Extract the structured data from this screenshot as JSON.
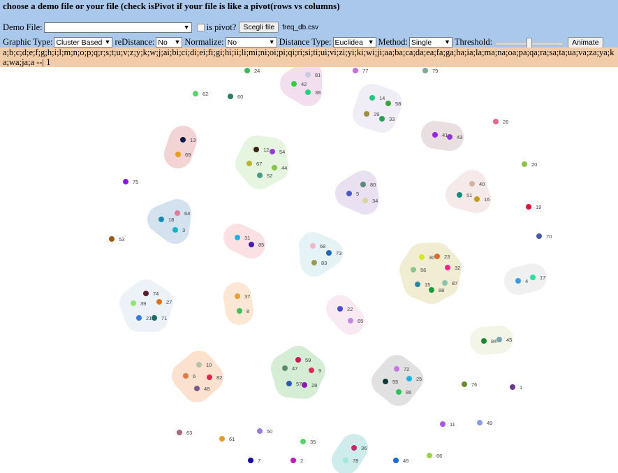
{
  "header": {
    "title": "choose a demo file or your file (check isPivot if your file is like a pivot(rows vs columns)",
    "demo_file_label": "Demo File:",
    "demo_file_value": "",
    "is_pivot_label": "is pivot?",
    "choose_file_button": "Scegli file",
    "file_name": "freq_db.csv"
  },
  "controls": {
    "graphic_type_label": "Graphic Type:",
    "graphic_type_value": "Cluster Based",
    "redistance_label": "reDistance:",
    "redistance_value": "No",
    "normalize_label": "Normalize:",
    "normalize_value": "No",
    "distance_type_label": "Distance Type:",
    "distance_type_value": "Euclidea",
    "method_label": "Method:",
    "method_value": "Single",
    "threshold_label": "Threshold:",
    "threshold_level": 0.5,
    "animate_button": "Animate"
  },
  "strip_text": "a;b;c;d;e;f;g;h;i;l;m;n;o;p;q;r;s;t;u;v;z;y;k;w;j;ai;bi;ci;di;ei;fi;gi;hi;ii;li;mi;ni;oi;pi;qi;ri;si;ti;ui;vi;zi;yi;ki;wi;ji;aa;ba;ca;da;ea;fa;ga;ha;ia;la;ma;na;oa;pa;qa;ra;sa;ta;ua;va;za;ya;ka;wa;ja;a --| 1",
  "visualization": {
    "clusters": [
      {
        "color": "#f0d4ea",
        "members": [
          "81",
          "42",
          "38"
        ]
      },
      {
        "color": "#ebe8f4",
        "members": [
          "14",
          "58",
          "29",
          "33"
        ]
      },
      {
        "color": "#e2d4d6",
        "members": [
          "41",
          "43"
        ]
      },
      {
        "color": "#f0c6c6",
        "members": [
          "13",
          "69"
        ]
      },
      {
        "color": "#def2d6",
        "members": [
          "12",
          "54",
          "67",
          "44",
          "52"
        ]
      },
      {
        "color": "#e2d8ee",
        "members": [
          "80",
          "5",
          "34"
        ]
      },
      {
        "color": "#f2e2e4",
        "members": [
          "40",
          "51",
          "16"
        ]
      },
      {
        "color": "#c6d8ea",
        "members": [
          "64",
          "18",
          "3"
        ]
      },
      {
        "color": "#fad8da",
        "members": [
          "31",
          "85"
        ]
      },
      {
        "color": "#ddf0f4",
        "members": [
          "68",
          "73",
          "83"
        ]
      },
      {
        "color": "#ece8c4",
        "members": [
          "30",
          "23",
          "56",
          "32",
          "15",
          "87",
          "88"
        ]
      },
      {
        "color": "#ececec",
        "members": [
          "4",
          "17"
        ]
      },
      {
        "color": "#e6eef6",
        "members": [
          "74",
          "39",
          "27",
          "21",
          "71"
        ]
      },
      {
        "color": "#fce0c6",
        "members": [
          "37",
          "8"
        ]
      },
      {
        "color": "#f8e2f0",
        "members": [
          "22",
          "65"
        ]
      },
      {
        "color": "#f0f2e0",
        "members": [
          "84",
          "45"
        ]
      },
      {
        "color": "#fcd8c0",
        "members": [
          "10",
          "6",
          "82",
          "48"
        ]
      },
      {
        "color": "#c8e6c8",
        "members": [
          "59",
          "47",
          "9",
          "57",
          "28"
        ]
      },
      {
        "color": "#d8d8d8",
        "members": [
          "72",
          "55",
          "25",
          "86"
        ]
      },
      {
        "color": "#bfe6e6",
        "members": [
          "36",
          "78"
        ]
      }
    ],
    "nodes": [
      {
        "id": "24",
        "color": "#3cb85e"
      },
      {
        "id": "81",
        "color": "#c9c9e4"
      },
      {
        "id": "77",
        "color": "#c46ee0"
      },
      {
        "id": "79",
        "color": "#7fa698"
      },
      {
        "id": "42",
        "color": "#2ad43c"
      },
      {
        "id": "38",
        "color": "#22d47a"
      },
      {
        "id": "62",
        "color": "#5ad46c"
      },
      {
        "id": "60",
        "color": "#2e7a6c"
      },
      {
        "id": "14",
        "color": "#22c47e"
      },
      {
        "id": "58",
        "color": "#3aa63a"
      },
      {
        "id": "29",
        "color": "#a08c3c"
      },
      {
        "id": "33",
        "color": "#22a24e"
      },
      {
        "id": "26",
        "color": "#e06a8e"
      },
      {
        "id": "41",
        "color": "#a020e8"
      },
      {
        "id": "43",
        "color": "#8a3ad6"
      },
      {
        "id": "13",
        "color": "#0a1a4e"
      },
      {
        "id": "69",
        "color": "#e89e1a"
      },
      {
        "id": "12",
        "color": "#3a2410"
      },
      {
        "id": "54",
        "color": "#9a3ad4"
      },
      {
        "id": "67",
        "color": "#bcb23a"
      },
      {
        "id": "44",
        "color": "#8ac44a"
      },
      {
        "id": "52",
        "color": "#4a9a8a"
      },
      {
        "id": "20",
        "color": "#8cc44a"
      },
      {
        "id": "75",
        "color": "#8a1ae0"
      },
      {
        "id": "80",
        "color": "#5a8a7a"
      },
      {
        "id": "5",
        "color": "#4a5ac4"
      },
      {
        "id": "34",
        "color": "#d6d4a0"
      },
      {
        "id": "40",
        "color": "#d4b0a0"
      },
      {
        "id": "51",
        "color": "#1a8a7a"
      },
      {
        "id": "16",
        "color": "#c49a1a"
      },
      {
        "id": "19",
        "color": "#e0143c"
      },
      {
        "id": "64",
        "color": "#e07aa0"
      },
      {
        "id": "18",
        "color": "#1a8ab4"
      },
      {
        "id": "3",
        "color": "#14b4c4"
      },
      {
        "id": "53",
        "color": "#9a5a14"
      },
      {
        "id": "31",
        "color": "#22b4e4"
      },
      {
        "id": "85",
        "color": "#4a1ab4"
      },
      {
        "id": "68",
        "color": "#f0b8c8"
      },
      {
        "id": "73",
        "color": "#1a6ab4"
      },
      {
        "id": "83",
        "color": "#9a9a5a"
      },
      {
        "id": "70",
        "color": "#4a5a9a"
      },
      {
        "id": "30",
        "color": "#d6e81a"
      },
      {
        "id": "23",
        "color": "#e06a2a"
      },
      {
        "id": "56",
        "color": "#8ac48a"
      },
      {
        "id": "32",
        "color": "#e82a8a"
      },
      {
        "id": "15",
        "color": "#2a8aa4"
      },
      {
        "id": "87",
        "color": "#8ac4b0"
      },
      {
        "id": "88",
        "color": "#1a9a3a"
      },
      {
        "id": "4",
        "color": "#3a9ae0"
      },
      {
        "id": "17",
        "color": "#2ae09a"
      },
      {
        "id": "74",
        "color": "#5a1a2a"
      },
      {
        "id": "39",
        "color": "#8ae86a"
      },
      {
        "id": "27",
        "color": "#e0701a"
      },
      {
        "id": "21",
        "color": "#3a7ae0"
      },
      {
        "id": "71",
        "color": "#1a6a6a"
      },
      {
        "id": "37",
        "color": "#e8a03a"
      },
      {
        "id": "8",
        "color": "#3ac45a"
      },
      {
        "id": "22",
        "color": "#4a4ad4"
      },
      {
        "id": "65",
        "color": "#c48ae0"
      },
      {
        "id": "84",
        "color": "#1a8a2a"
      },
      {
        "id": "45",
        "color": "#7aa4b0"
      },
      {
        "id": "10",
        "color": "#b4c4a4"
      },
      {
        "id": "6",
        "color": "#e07a4a"
      },
      {
        "id": "82",
        "color": "#e0284a"
      },
      {
        "id": "48",
        "color": "#7a5a8a"
      },
      {
        "id": "59",
        "color": "#c41a5a"
      },
      {
        "id": "47",
        "color": "#5a8a6a"
      },
      {
        "id": "9",
        "color": "#e02a5a"
      },
      {
        "id": "57",
        "color": "#2a5ab4"
      },
      {
        "id": "28",
        "color": "#8a1ab4"
      },
      {
        "id": "72",
        "color": "#c47ae0"
      },
      {
        "id": "55",
        "color": "#0a3a3a"
      },
      {
        "id": "25",
        "color": "#1ab4e0"
      },
      {
        "id": "86",
        "color": "#2ac45a"
      },
      {
        "id": "76",
        "color": "#6a8a2a"
      },
      {
        "id": "1",
        "color": "#6a3a8a"
      },
      {
        "id": "11",
        "color": "#a45ae0"
      },
      {
        "id": "49",
        "color": "#8a9ae8"
      },
      {
        "id": "63",
        "color": "#a46a7a"
      },
      {
        "id": "50",
        "color": "#a07ae0"
      },
      {
        "id": "61",
        "color": "#e89a2a"
      },
      {
        "id": "35",
        "color": "#5ad46a"
      },
      {
        "id": "36",
        "color": "#c42a6a"
      },
      {
        "id": "78",
        "color": "#a4e8d4"
      },
      {
        "id": "66",
        "color": "#9ad44a"
      },
      {
        "id": "7",
        "color": "#1a0aa4"
      },
      {
        "id": "2",
        "color": "#c41ab4"
      },
      {
        "id": "46",
        "color": "#1a6ad4"
      }
    ]
  }
}
